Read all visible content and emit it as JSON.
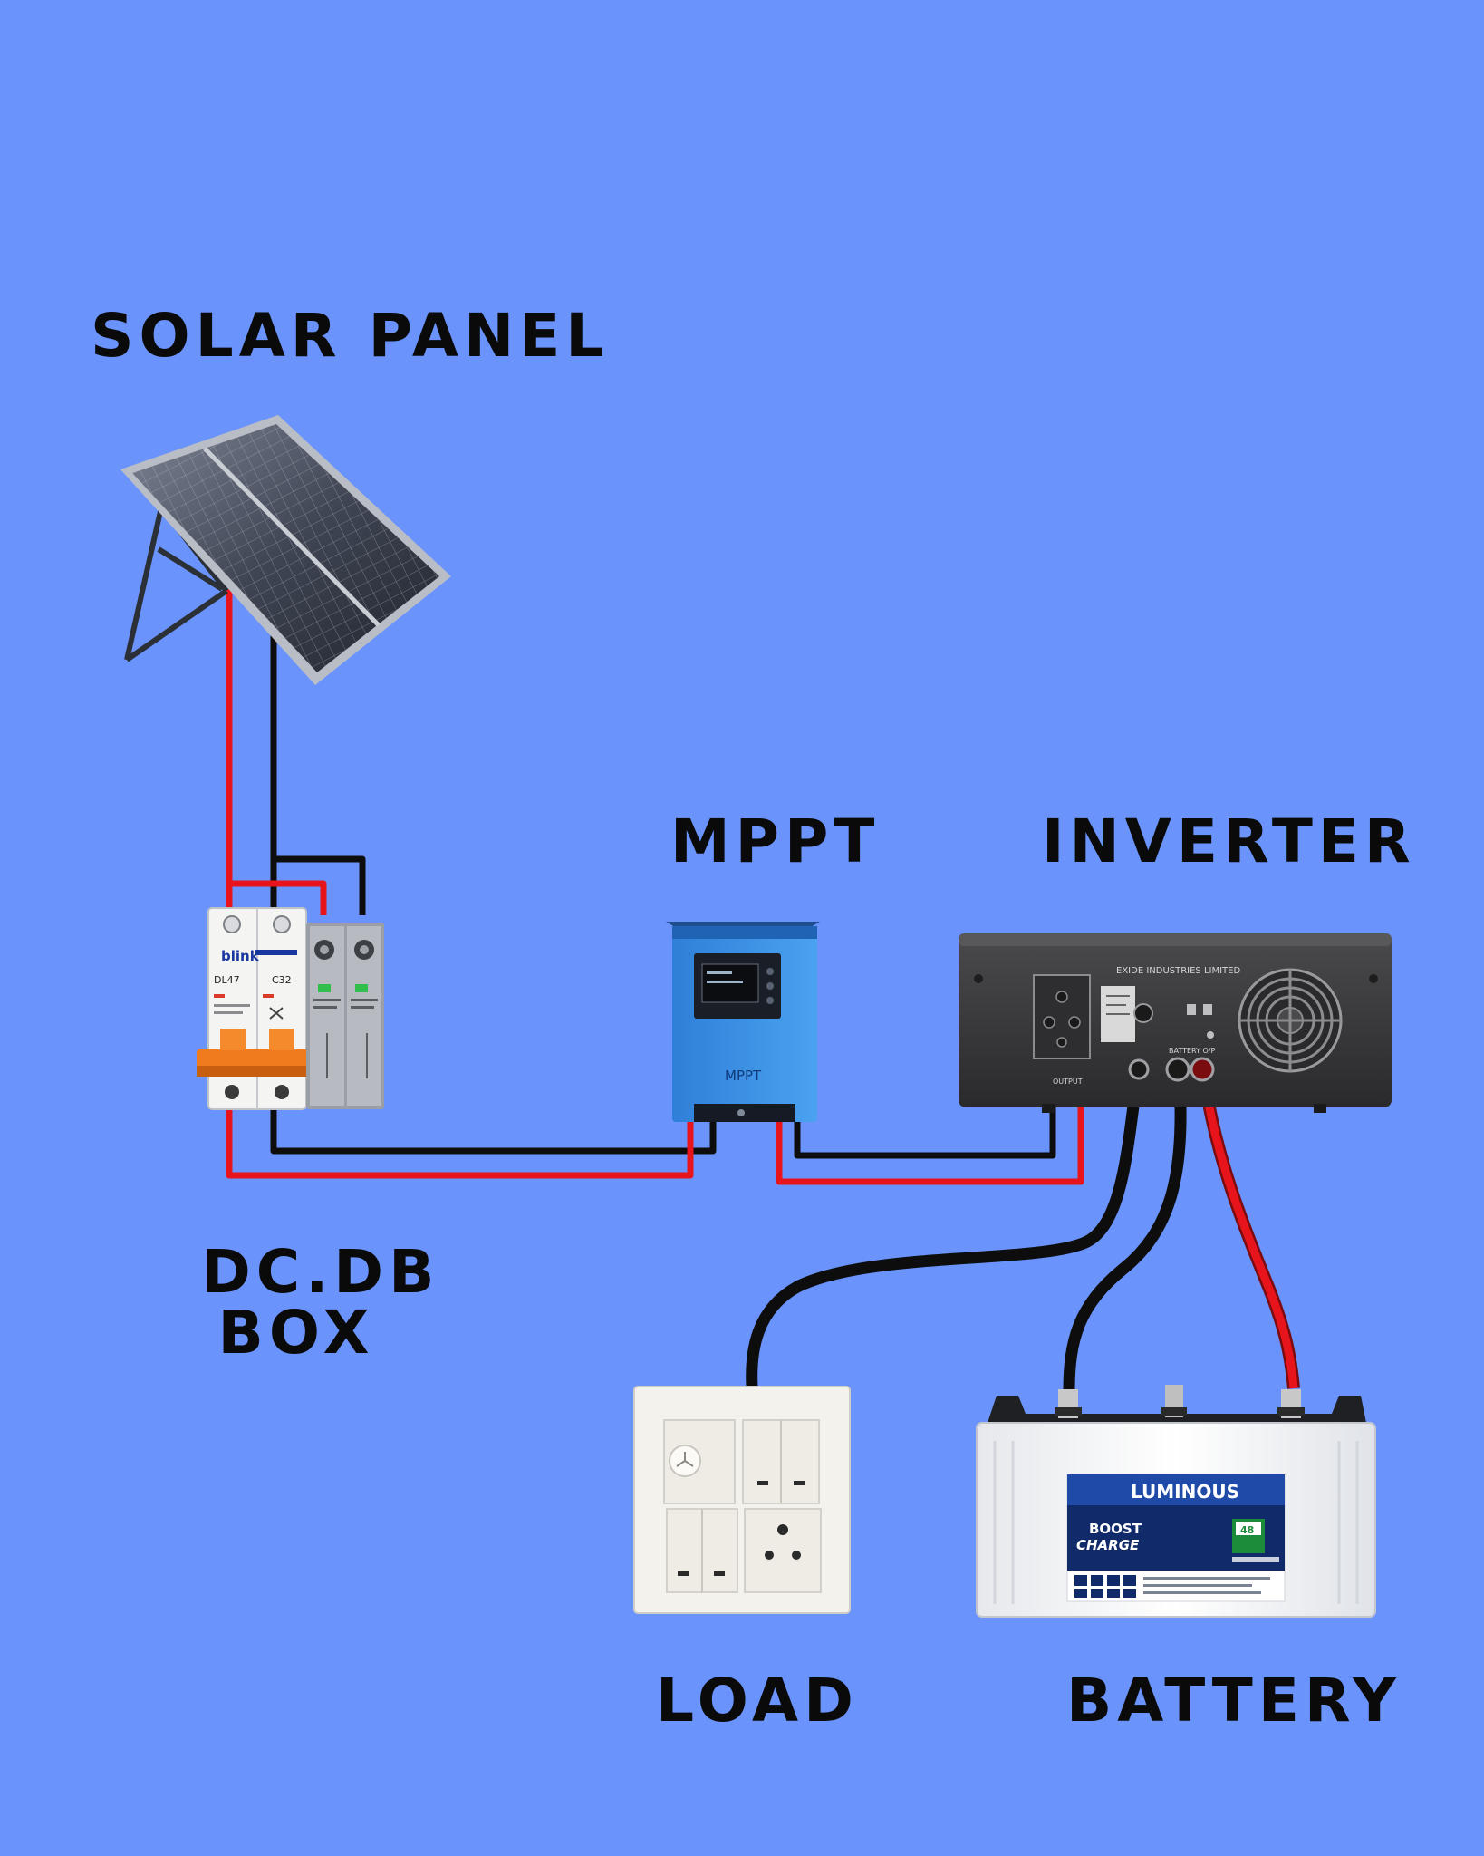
{
  "labels": {
    "solar_panel": "SOLAR PANEL",
    "mppt": "MPPT",
    "inverter": "INVERTER",
    "dcdb_line1": "DC.DB",
    "dcdb_line2": "BOX",
    "load": "LOAD",
    "battery": "BATTERY"
  },
  "device_text": {
    "breaker_brand": "blink",
    "breaker_model": "DL47",
    "breaker_rating": "C32",
    "mppt_front": "MPPT",
    "inverter_maker": "EXIDE INDUSTRIES LIMITED",
    "inverter_output": "OUTPUT",
    "inverter_battery": "BATTERY O/P",
    "battery_brand": "LUMINOUS",
    "battery_line1": "BOOST",
    "battery_line2": "CHARGE",
    "battery_badge": "48"
  },
  "colors": {
    "background": "#6a93fb",
    "positive_wire": "#e8141b",
    "negative_wire": "#0d0d0d",
    "mppt_body": "#3a8ee6",
    "inverter_body": "#3b3b3d",
    "battery_label": "#1f4aa8",
    "breaker_handle": "#f07a1e"
  }
}
